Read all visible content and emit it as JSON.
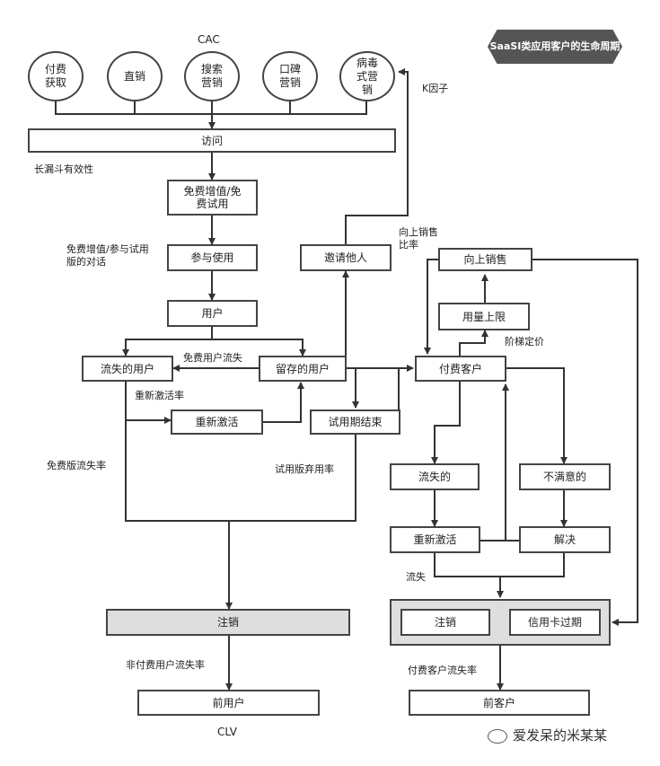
{
  "title": "SaaSI类应用客户的生命周期",
  "sources": [
    "付费获取",
    "直销",
    "搜索营销",
    "口碑营销",
    "病毒式营销"
  ],
  "nodes": {
    "visit": "访问",
    "free_trial": "免费增值/免费试用",
    "participate": "参与使用",
    "user": "用户",
    "lost_user": "流失的用户",
    "retained_user": "留存的用户",
    "reactivate": "重新激活",
    "trial_end": "试用期结束",
    "invite": "邀请他人",
    "paying": "付费客户",
    "usage_cap": "用量上限",
    "upsell": "向上销售",
    "churned": "流失的",
    "unsatisfied": "不满意的",
    "reactivate2": "重新激活",
    "resolve": "解决",
    "cancel": "注销",
    "cancel2": "注销",
    "card_expired": "信用卡过期",
    "former_user": "前用户",
    "former_customer": "前客户"
  },
  "labels": {
    "cac": "CAC",
    "k_factor": "K因子",
    "funnel": "长漏斗有效性",
    "dialog": "免费增值/参与试用版的对话",
    "free_churn_arrow": "免费用户流失",
    "reactivation_rate": "重新激活率",
    "free_churn_rate": "免费版流失率",
    "trial_abandon": "试用版弃用率",
    "upsell_ratio": "向上销售比率",
    "tier_pricing": "阶梯定价",
    "churn": "流失",
    "nonpaying_churn": "非付费用户流失率",
    "paying_churn": "付费客户流失率",
    "clv": "CLV"
  },
  "watermark": "爱发呆的米某某"
}
